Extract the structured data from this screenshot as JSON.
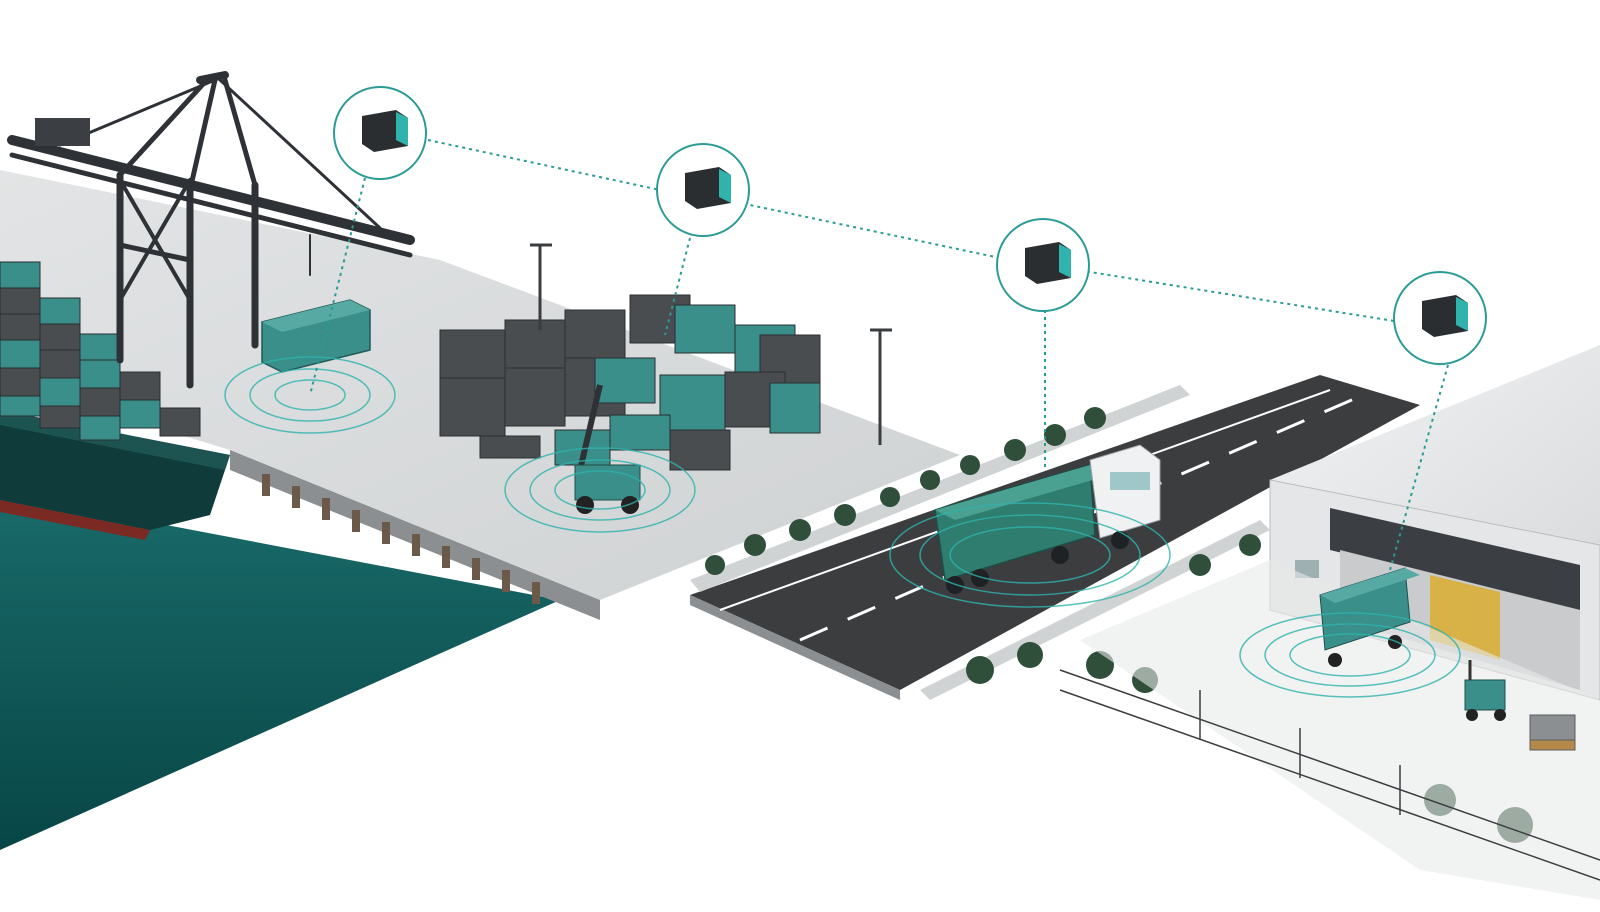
{
  "scene": {
    "kind": "isometric-logistics-illustration",
    "stages": [
      "ship-loading",
      "container-yard",
      "truck-transport",
      "warehouse-delivery"
    ],
    "tracker_nodes": 4
  },
  "colors": {
    "background": "#ffffff",
    "water": "#0d5a5a",
    "teal_accent": "#2fb3ac",
    "container_teal": "#3a8f8a",
    "container_dark": "#4a4d50",
    "crane": "#2e3236",
    "asphalt": "#3b3d3f",
    "concrete": "#d9dbdc",
    "tree": "#2f4f3a",
    "warehouse": "#e4e6e7"
  },
  "icons": [
    "tracker-device-icon"
  ]
}
